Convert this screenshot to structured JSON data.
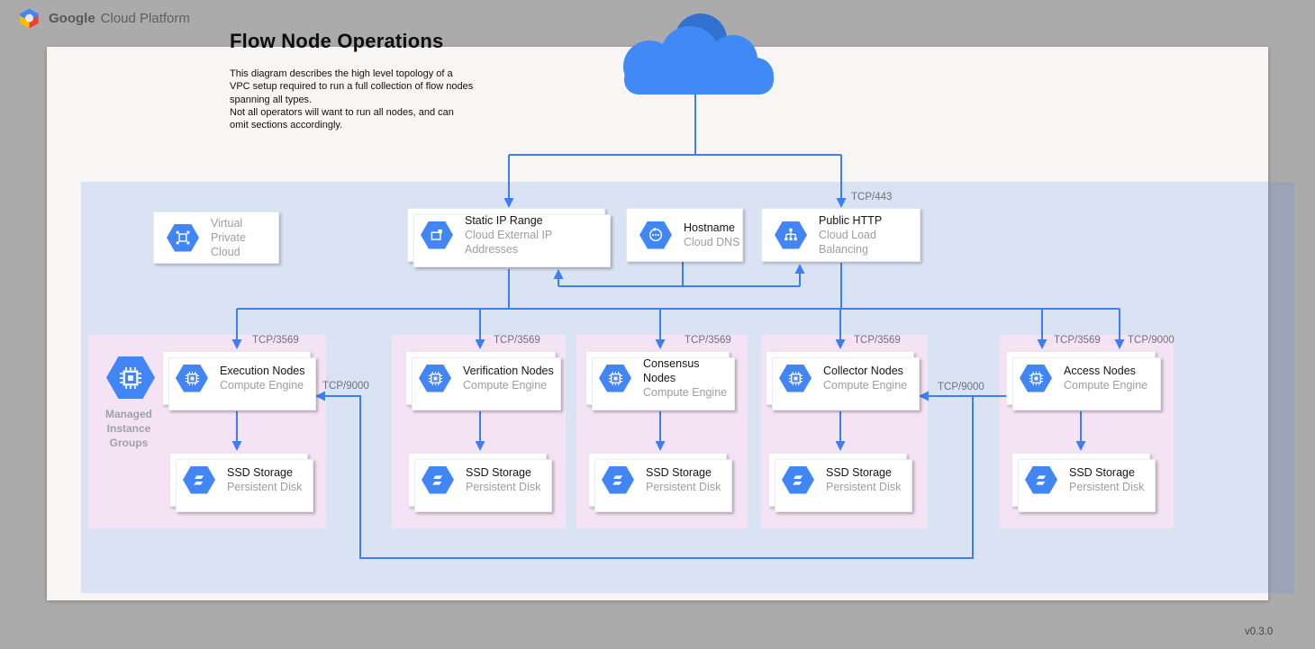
{
  "header": {
    "brand_bold": "Google",
    "brand_rest": "Cloud Platform"
  },
  "intro": {
    "title": "Flow Node Operations",
    "description": "This diagram describes the high level topology of a VPC setup required to run a full collection of flow nodes spanning all types.\nNot all operators will want to run all nodes, and can omit sections accordingly."
  },
  "cards": {
    "vpc": {
      "title": "Virtual\nPrivate Cloud"
    },
    "static_ip": {
      "title": "Static IP Range",
      "subtitle": "Cloud External IP Addresses"
    },
    "hostname": {
      "title": "Hostname",
      "subtitle": "Cloud DNS"
    },
    "public_http": {
      "title": "Public HTTP",
      "subtitle": "Cloud Load Balancing"
    }
  },
  "mig_label": "Managed\nInstance\nGroups",
  "groups": [
    {
      "node": "Execution Nodes",
      "engine": "Compute Engine",
      "storage": "SSD Storage",
      "disk": "Persistent Disk"
    },
    {
      "node": "Verification Nodes",
      "engine": "Compute Engine",
      "storage": "SSD Storage",
      "disk": "Persistent Disk"
    },
    {
      "node": "Consensus Nodes",
      "engine": "Compute Engine",
      "storage": "SSD Storage",
      "disk": "Persistent Disk"
    },
    {
      "node": "Collector Nodes",
      "engine": "Compute Engine",
      "storage": "SSD Storage",
      "disk": "Persistent Disk"
    },
    {
      "node": "Access Nodes",
      "engine": "Compute Engine",
      "storage": "SSD Storage",
      "disk": "Persistent Disk"
    }
  ],
  "ports": {
    "https": "TCP/443",
    "flow": "TCP/3569",
    "collection": "TCP/9000"
  },
  "footer": {
    "version": "v0.3.0"
  },
  "colors": {
    "accent": "#4285f4",
    "line": "#3d7ef2",
    "cloud_dark": "#3271d0",
    "cloud_light": "#4189f4",
    "vpc_region": "rgba(66,133,244,0.16)",
    "group_fill": "#f4e3f5",
    "canvas": "#f7f6f5",
    "frame": "#ababab"
  }
}
